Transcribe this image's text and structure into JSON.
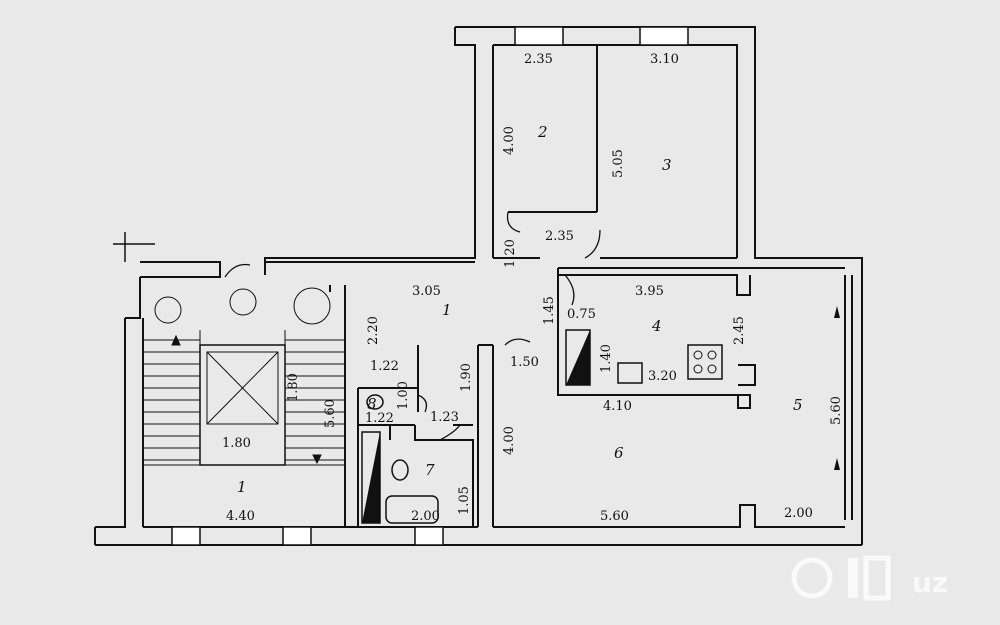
{
  "dimensions": {
    "room2_width": "2.35",
    "room3_width": "3.10",
    "room2_length": "4.00",
    "room3_length": "5.05",
    "corridor_width": "1.20",
    "room2_lower_width": "2.35",
    "hall_width": "3.05",
    "room4_width": "3.95",
    "room4_side_a": "1.45",
    "room4_side_b": "0.75",
    "room4_depth": "2.45",
    "stair_depth": "2.20",
    "room4_niche": "1.40",
    "stove_run": "3.20",
    "room6_door": "1.50",
    "stair_span": "1.80",
    "landing_len": "5.60",
    "room8_width_top": "1.22",
    "room8_depth": "1.00",
    "room8_width_bottom": "1.22",
    "room7_door": "1.23",
    "hall_depth": "1.90",
    "room4_lower": "4.10",
    "room6_length": "4.00",
    "room5_length": "5.60",
    "lift_width": "1.80",
    "room7_width": "2.00",
    "room7_depth": "1.05",
    "stairwell_width": "4.40",
    "room6_width": "5.60",
    "room5_width": "2.00"
  },
  "rooms": {
    "r1_hall": "1",
    "r1_stair": "1",
    "r2": "2",
    "r3": "3",
    "r4": "4",
    "r5": "5",
    "r6": "6",
    "r7": "7",
    "r8": "8"
  },
  "watermark": "uz"
}
